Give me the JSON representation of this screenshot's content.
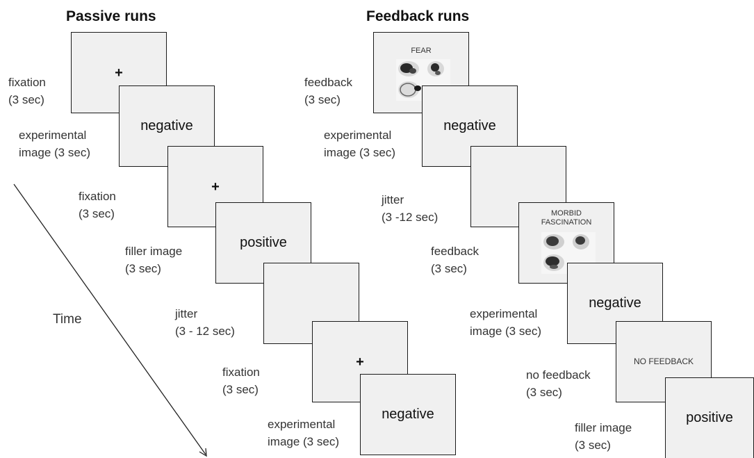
{
  "headings": {
    "passive": "Passive runs",
    "feedback": "Feedback runs"
  },
  "time_label": "Time",
  "passive": {
    "frames": [
      "+",
      "negative",
      "+",
      "positive",
      "",
      "+",
      "negative"
    ],
    "labels": [
      [
        "fixation",
        "(3 sec)"
      ],
      [
        "experimental",
        "image (3 sec)"
      ],
      [
        "fixation",
        "(3 sec)"
      ],
      [
        "filler image",
        "(3 sec)"
      ],
      [
        "jitter",
        "(3 - 12 sec)"
      ],
      [
        "fixation",
        "(3 sec)"
      ],
      [
        "experimental",
        "image (3 sec)"
      ]
    ]
  },
  "feedback": {
    "frames": {
      "f1": "FEAR",
      "f2": "negative",
      "f4_line1": "MORBID",
      "f4_line2": "FASCINATION",
      "f5": "negative",
      "f6": "NO FEEDBACK",
      "f7": "positive"
    },
    "labels": [
      [
        "feedback",
        "(3 sec)"
      ],
      [
        "experimental",
        "image (3 sec)"
      ],
      [
        "jitter",
        "(3 -12 sec)"
      ],
      [
        "feedback",
        "(3 sec)"
      ],
      [
        "experimental",
        "image (3 sec)"
      ],
      [
        "no feedback",
        "(3 sec)"
      ],
      [
        "filler image",
        "(3 sec)"
      ]
    ]
  },
  "colors": {
    "frame_fill": "#f0f0f0",
    "frame_border": "#1a1a1a",
    "text": "#333333"
  }
}
